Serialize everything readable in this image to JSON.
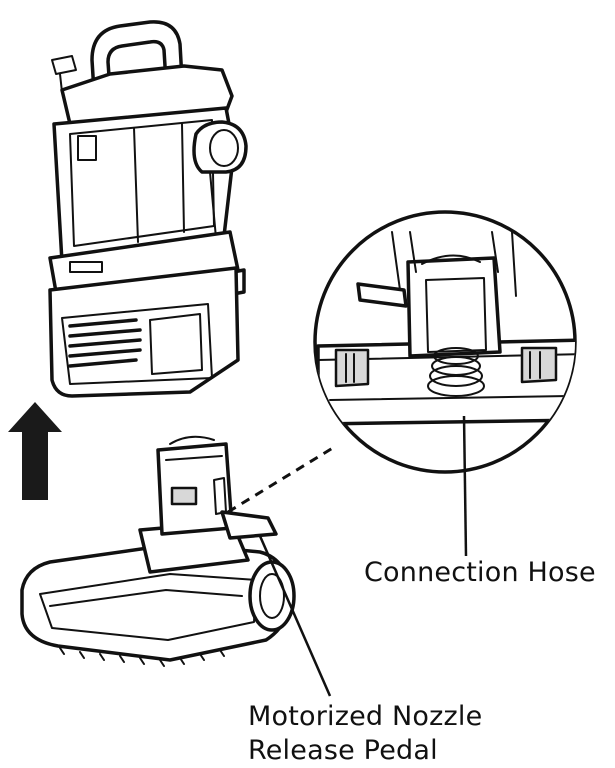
{
  "labels": {
    "connection_hose": "Connection Hose",
    "pedal_line1": "Motorized Nozzle",
    "pedal_line2": "Release Pedal"
  }
}
